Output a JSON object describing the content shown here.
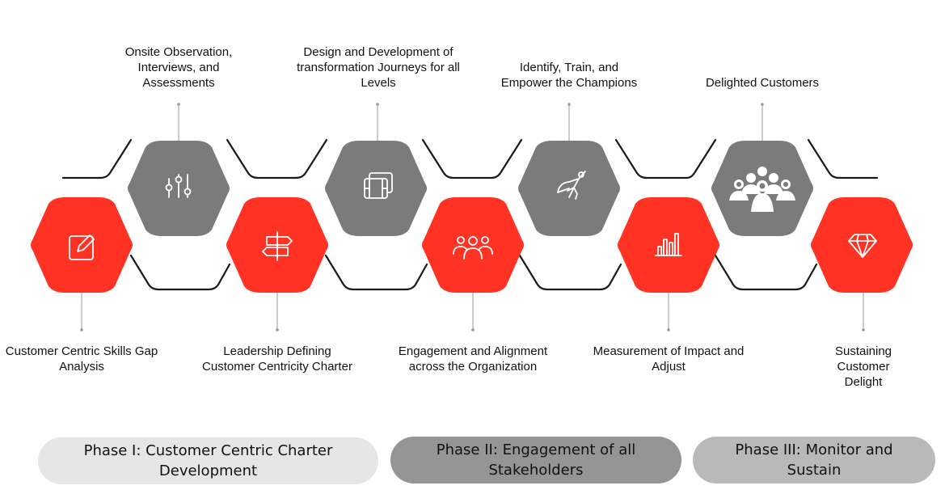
{
  "colors": {
    "accent": "#ff3224",
    "neutral": "#7b7b7b",
    "phase1": "#e6e6e6",
    "phase2": "#959595",
    "phase3": "#b9b9b9"
  },
  "steps": [
    {
      "label": "Customer Centric Skills Gap\nAnalysis",
      "icon": "edit-icon"
    },
    {
      "label": "Onsite Observation,\nInterviews, and\nAssessments",
      "icon": "sliders-icon"
    },
    {
      "label": "Leadership Defining\nCustomer Centricity Charter",
      "icon": "signpost-icon"
    },
    {
      "label": "Design and Development of\ntransformation Journeys for all\nLevels",
      "icon": "film-icon"
    },
    {
      "label": "Engagement and Alignment\nacross the Organization",
      "icon": "team-icon"
    },
    {
      "label": "Identify, Train, and\nEmpower the Champions",
      "icon": "superhero-icon"
    },
    {
      "label": "Measurement of Impact and\nAdjust",
      "icon": "bar-chart-icon"
    },
    {
      "label": "Delighted Customers",
      "icon": "crowd-icon"
    },
    {
      "label": "Sustaining\nCustomer Delight",
      "icon": "diamond-icon"
    }
  ],
  "phases": [
    {
      "label": "Phase I: Customer Centric Charter\nDevelopment"
    },
    {
      "label": "Phase II:  Engagement of all\nStakeholders"
    },
    {
      "label": "Phase III: Monitor and\nSustain"
    }
  ]
}
